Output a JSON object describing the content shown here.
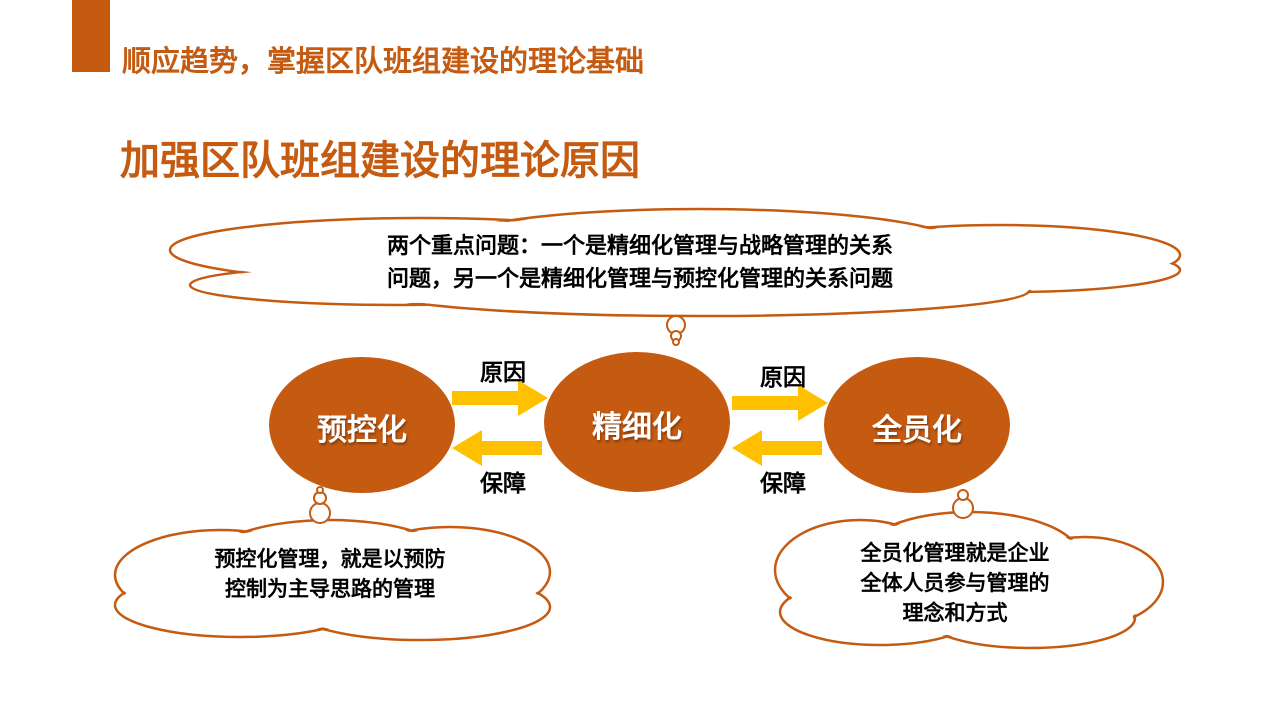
{
  "header": {
    "subtitle": "顺应趋势，掌握区队班组建设的理论基础",
    "title": "加强区队班组建设的理论原因"
  },
  "colors": {
    "accent": "#C55A11",
    "arrow": "#FFC000"
  },
  "top_cloud": {
    "lines": [
      "两个重点问题：一个是精细化管理与战略管理的关系",
      "问题，另一个是精细化管理与预控化管理的关系问题"
    ]
  },
  "nodes": {
    "left": "预控化",
    "center": "精细化",
    "right": "全员化"
  },
  "arrows": {
    "reason1": "原因",
    "guarantee1": "保障",
    "reason2": "原因",
    "guarantee2": "保障"
  },
  "left_cloud": {
    "lines": [
      "预控化管理，就是以预防",
      "控制为主导思路的管理"
    ]
  },
  "right_cloud": {
    "lines": [
      "全员化管理就是企业",
      "全体人员参与管理的",
      "理念和方式"
    ]
  }
}
